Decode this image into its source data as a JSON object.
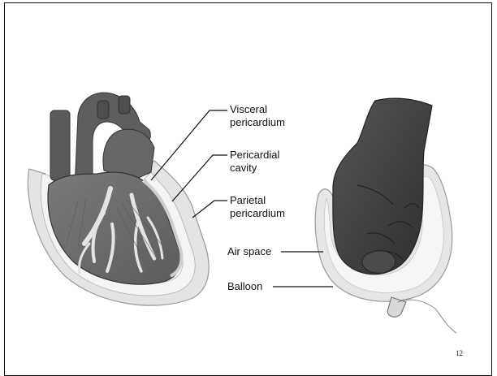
{
  "labels": {
    "visceral_line1": "Visceral",
    "visceral_line2": "pericardium",
    "cavity_line1": "Pericardial",
    "cavity_line2": "cavity",
    "parietal_line1": "Parietal",
    "parietal_line2": "pericardium",
    "air_space": "Air space",
    "balloon": "Balloon"
  },
  "page_number": "12",
  "colors": {
    "heart": "#6e6e6e",
    "heart_dark": "#4a4a4a",
    "vessels_light": "#e2e2e2",
    "pericardium_fill": "#dcdcdc",
    "fist": "#3f3f3f",
    "frame": "#111111"
  }
}
